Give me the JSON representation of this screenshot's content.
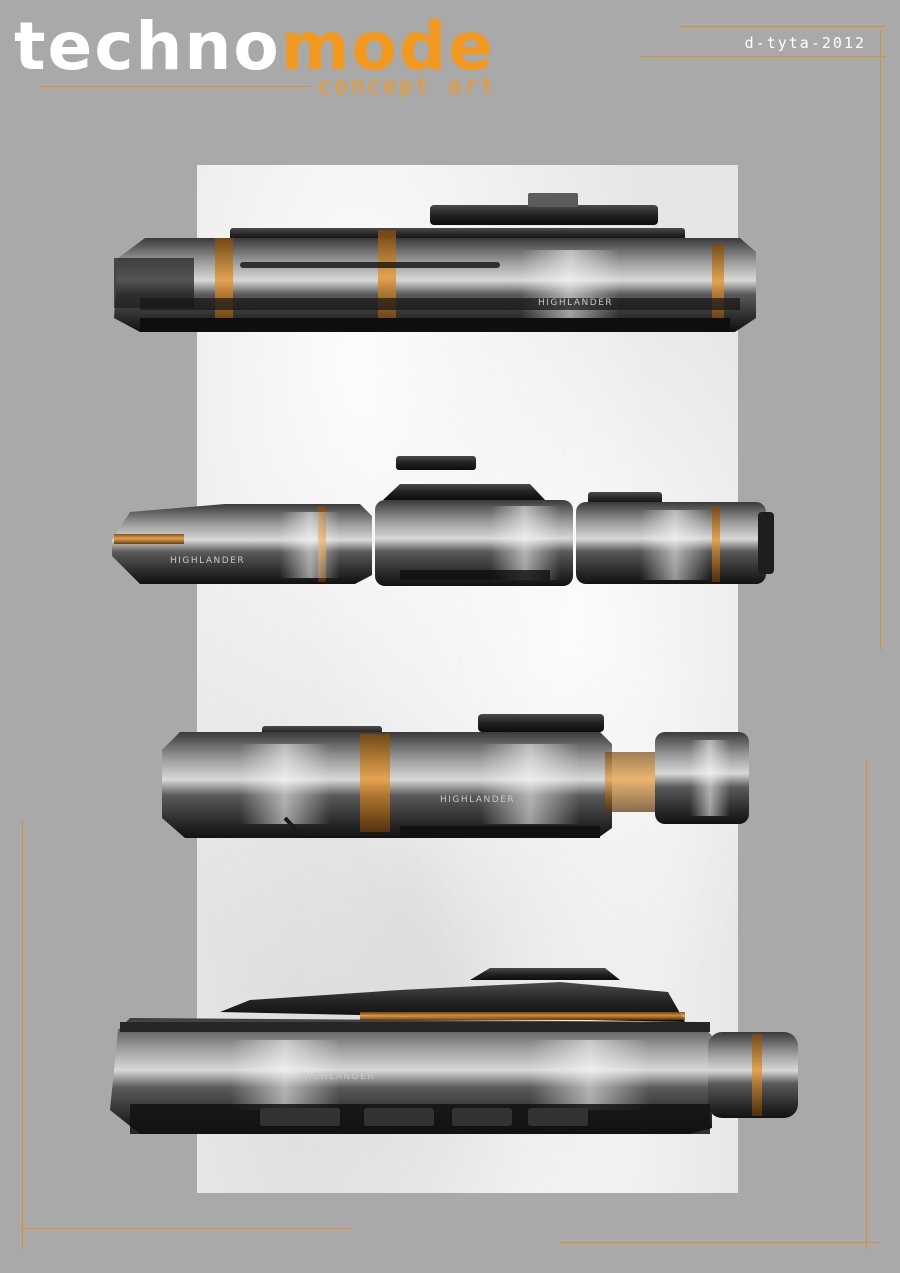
{
  "header": {
    "logo_part1": "techno",
    "logo_part2": "mode",
    "subtitle": "concept art",
    "signature": "d-tyta-2012"
  },
  "ships": [
    {
      "label": "HIGHLANDER"
    },
    {
      "label": "HIGHLANDER"
    },
    {
      "label": "HIGHLANDER"
    },
    {
      "label": "HIGHLANDER"
    }
  ],
  "colors": {
    "background": "#a9a9a9",
    "accent": "#f39a1e",
    "hull_dark": "#1c1c1c",
    "hull_metal": "#8a8a8a"
  }
}
